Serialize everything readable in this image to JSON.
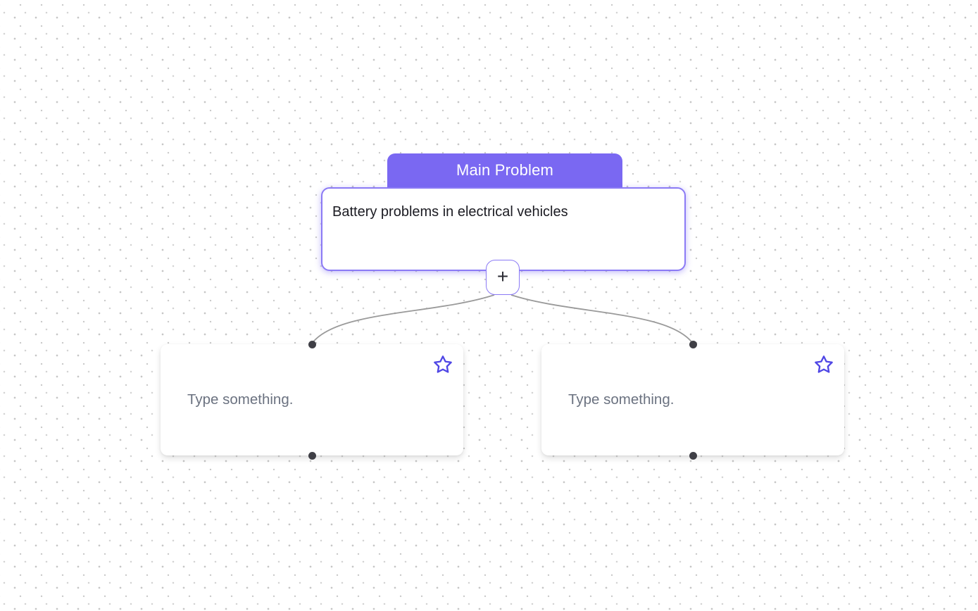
{
  "main_node": {
    "header_label": "Main Problem",
    "body_text": "Battery problems in electrical vehicles"
  },
  "add_button": {
    "label": "+"
  },
  "children": [
    {
      "placeholder": "Type something.",
      "icon": "star-icon"
    },
    {
      "placeholder": "Type something.",
      "icon": "star-icon"
    }
  ],
  "colors": {
    "node-purple": "#7a68f2",
    "node-border": "#8b7af5",
    "star": "#4f46e5",
    "edge": "#9a9a9a",
    "handle": "#3f3f46",
    "placeholder": "#6b7280",
    "body-text": "#1b1b22",
    "canvas-dot": "#c6c6c6",
    "canvas-dot-light": "#d2d2d2"
  }
}
